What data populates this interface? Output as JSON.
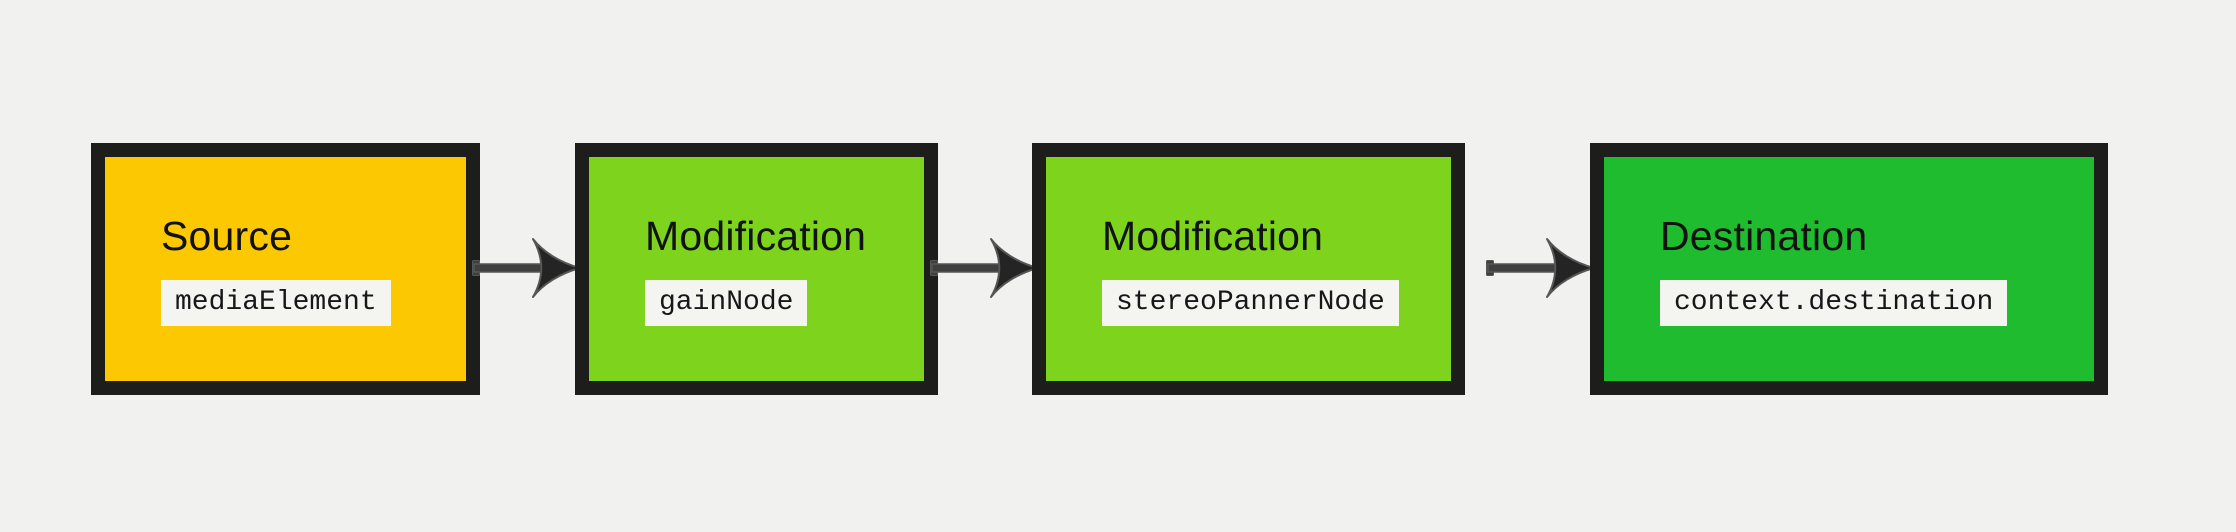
{
  "diagram_title": "audio-node-graph",
  "colors": {
    "bg": "#f1f1f0",
    "node_border": "#1d1d1b",
    "title_text": "#121212",
    "chip_bg": "#f4f4f0",
    "chip_text": "#17171a",
    "arrow_fill": "#3f3f3f",
    "arrow_head": "#242424",
    "arrow_edge": "#565656",
    "source_fill": "#fcc802",
    "modification_fill": "#7ed41c",
    "destination_fill": "#1fbc2f"
  },
  "nodes": [
    {
      "role": "Source",
      "label": "Source",
      "code": "mediaElement",
      "fill": "#fcc802"
    },
    {
      "role": "Modification",
      "label": "Modification",
      "code": "gainNode",
      "fill": "#7ed41c"
    },
    {
      "role": "Modification",
      "label": "Modification",
      "code": "stereoPannerNode",
      "fill": "#7ed41c"
    },
    {
      "role": "Destination",
      "label": "Destination",
      "code": "context.destination",
      "fill": "#1fbc2f"
    }
  ],
  "connectors": [
    {
      "name": "arrow-source-to-gain",
      "direction": "right"
    },
    {
      "name": "arrow-gain-to-stereopanner",
      "direction": "right"
    },
    {
      "name": "arrow-stereopanner-to-destination",
      "direction": "right"
    }
  ]
}
